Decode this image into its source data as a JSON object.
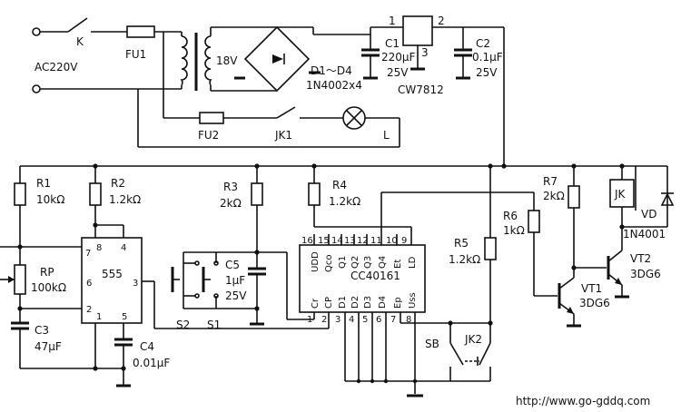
{
  "mains": {
    "label": "AC220V",
    "switch": "K"
  },
  "fuses": {
    "fu1": "FU1",
    "fu2": "FU2"
  },
  "transformer": {
    "secondary": "18V"
  },
  "bridge": {
    "name": "D1～D4",
    "part": "1N4002x4"
  },
  "regulator": {
    "name": "CW7812",
    "pin1": "1",
    "pin2": "2",
    "pin3": "3"
  },
  "capacitors": {
    "c1": {
      "name": "C1",
      "value": "220μF",
      "voltage": "25V"
    },
    "c2": {
      "name": "C2",
      "value": "0.1μF",
      "voltage": "25V"
    },
    "c3": {
      "name": "C3",
      "value": "47μF"
    },
    "c4": {
      "name": "C4",
      "value": "0.01μF"
    },
    "c5": {
      "name": "C5",
      "value": "1μF",
      "voltage": "25V"
    }
  },
  "load": {
    "relay_contact": "JK1",
    "lamp": "L"
  },
  "resistors": {
    "r1": {
      "name": "R1",
      "value": "10kΩ"
    },
    "r2": {
      "name": "R2",
      "value": "1.2kΩ"
    },
    "r3": {
      "name": "R3",
      "value": "2kΩ"
    },
    "r4": {
      "name": "R4",
      "value": "1.2kΩ"
    },
    "r5": {
      "name": "R5",
      "value": "1.2kΩ"
    },
    "r6": {
      "name": "R6",
      "value": "1kΩ"
    },
    "r7": {
      "name": "R7",
      "value": "2kΩ"
    },
    "rp": {
      "name": "RP",
      "value": "100kΩ"
    }
  },
  "timer": {
    "name": "555",
    "pins": {
      "p1": "1",
      "p2": "2",
      "p3": "3",
      "p4": "4",
      "p5": "5",
      "p6": "6",
      "p7": "7",
      "p8": "8"
    }
  },
  "counter": {
    "name": "CC40161",
    "top_pin_numbers": [
      "16",
      "15",
      "14",
      "13",
      "12",
      "11",
      "10",
      "9"
    ],
    "top_signals": [
      "UDD",
      "Qco",
      "Q1",
      "Q2",
      "Q3",
      "Q4",
      "Et",
      "LD"
    ],
    "bottom_signals": [
      "Cr",
      "CP",
      "D1",
      "D2",
      "D3",
      "D4",
      "Ep",
      "Uss"
    ],
    "bottom_pin_numbers": [
      "1",
      "2",
      "3",
      "4",
      "5",
      "6",
      "7",
      "8"
    ]
  },
  "switches": {
    "s1": "S1",
    "s2": "S2",
    "sb": "SB",
    "jk2": "JK2"
  },
  "relay": {
    "coil": "JK",
    "diode": "VD",
    "diode_part": "1N4001"
  },
  "transistors": {
    "vt1": {
      "name": "VT1",
      "part": "3DG6"
    },
    "vt2": {
      "name": "VT2",
      "part": "3DG6"
    }
  },
  "watermark": "http://www.go-gddq.com"
}
